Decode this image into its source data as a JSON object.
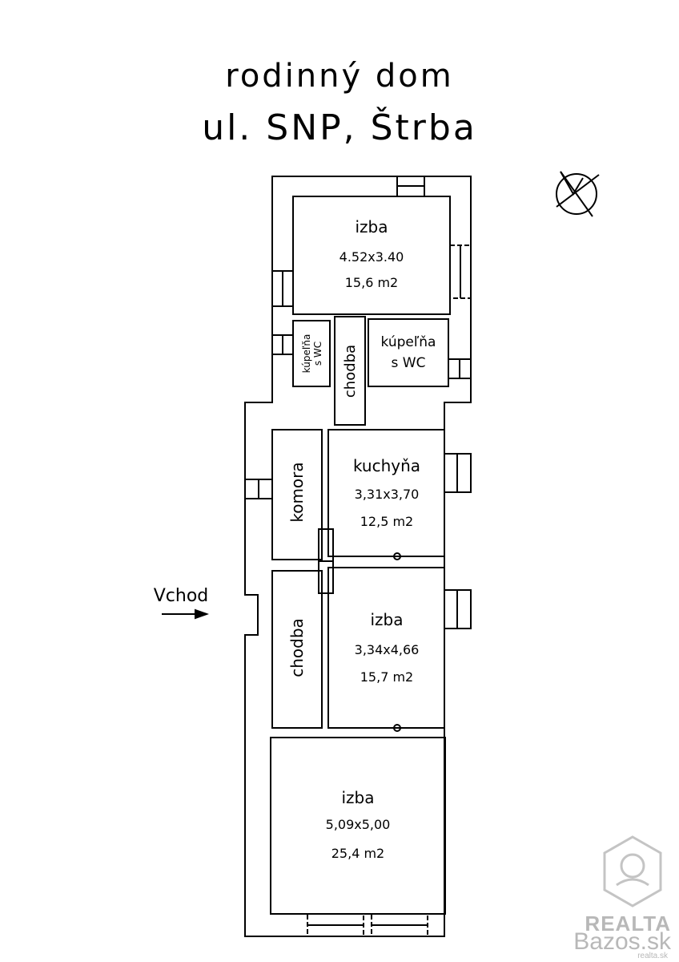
{
  "title": {
    "line1": "rodinný dom",
    "line2": "ul. SNP, Štrba"
  },
  "entrance": {
    "label": "Vchod"
  },
  "rooms": {
    "izba_top": {
      "name": "izba",
      "dims": "4.52x3.40",
      "area": "15,6  m2"
    },
    "kupelna_left": {
      "name1": "kúpeľňa",
      "name2": "s WC"
    },
    "chodba_top": {
      "name": "chodba"
    },
    "kupelna_right": {
      "name1": "kúpeľňa",
      "name2": "s WC"
    },
    "komora": {
      "name": "komora"
    },
    "kuchyna": {
      "name": "kuchyňa",
      "dims": "3,31x3,70",
      "area": "12,5  m2"
    },
    "chodba_bottom": {
      "name": "chodba"
    },
    "izba_mid": {
      "name": "izba",
      "dims": "3,34x4,66",
      "area": "15,7  m2"
    },
    "izba_bottom": {
      "name": "izba",
      "dims": "5,09x5,00",
      "area": "25,4  m2"
    }
  },
  "compass": {
    "icon": "north-arrow-icon"
  },
  "watermark": {
    "brand": "REALTA",
    "site": "Bazos.sk",
    "small": "realta.sk"
  }
}
